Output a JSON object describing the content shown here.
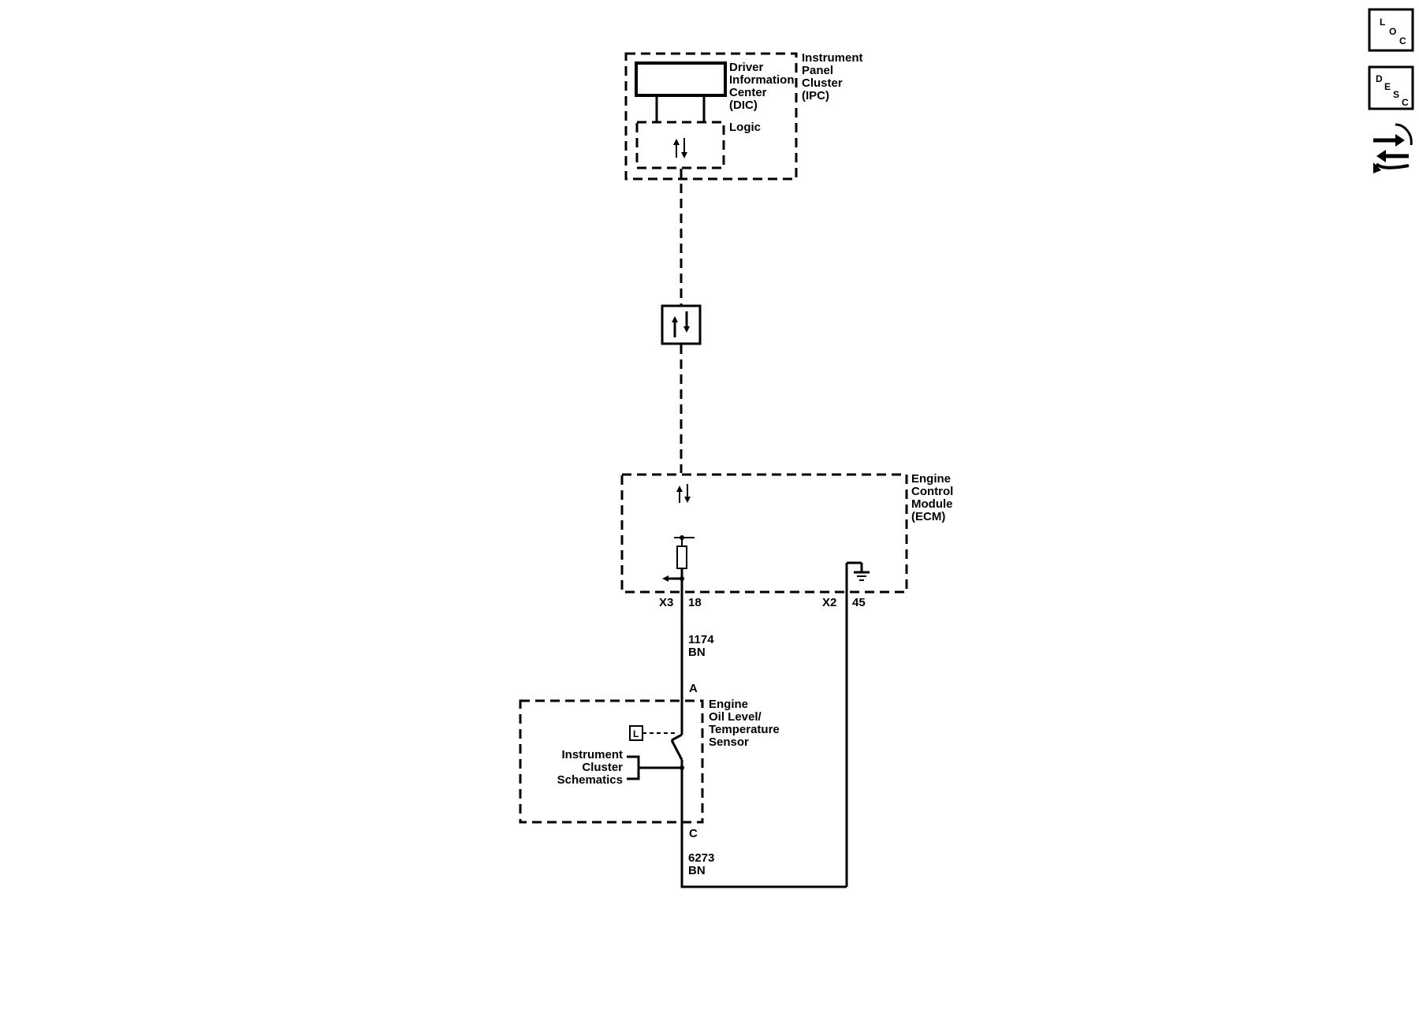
{
  "components": {
    "ipc": {
      "name_lines": [
        "Instrument",
        "Panel",
        "Cluster",
        "(IPC)"
      ],
      "dic_lines": [
        "Driver",
        "Information",
        "Center",
        "(DIC)"
      ],
      "logic_label": "Logic"
    },
    "ecm": {
      "name_lines": [
        "Engine",
        "Control",
        "Module",
        "(ECM)"
      ],
      "connector_left": "X3",
      "pin_left": "18",
      "connector_right": "X2",
      "pin_right": "45"
    },
    "sensor": {
      "name_lines": [
        "Engine",
        "Oil Level/",
        "Temperature",
        "Sensor"
      ],
      "pin_top": "A",
      "pin_bottom": "C",
      "level_icon": "L",
      "reference_lines": [
        "Instrument",
        "Cluster",
        "Schematics"
      ]
    }
  },
  "wires": {
    "top": {
      "circuit": "1174",
      "color": "BN"
    },
    "bottom": {
      "circuit": "6273",
      "color": "BN"
    }
  },
  "nav": {
    "loc": {
      "c1": "L",
      "c2": "O",
      "c3": "C",
      "icon": "location-icon"
    },
    "desc": {
      "c1": "D",
      "c2": "E",
      "c3": "S",
      "c4": "C",
      "icon": "description-icon"
    },
    "service": {
      "icon": "wrench-arrows-icon"
    }
  }
}
